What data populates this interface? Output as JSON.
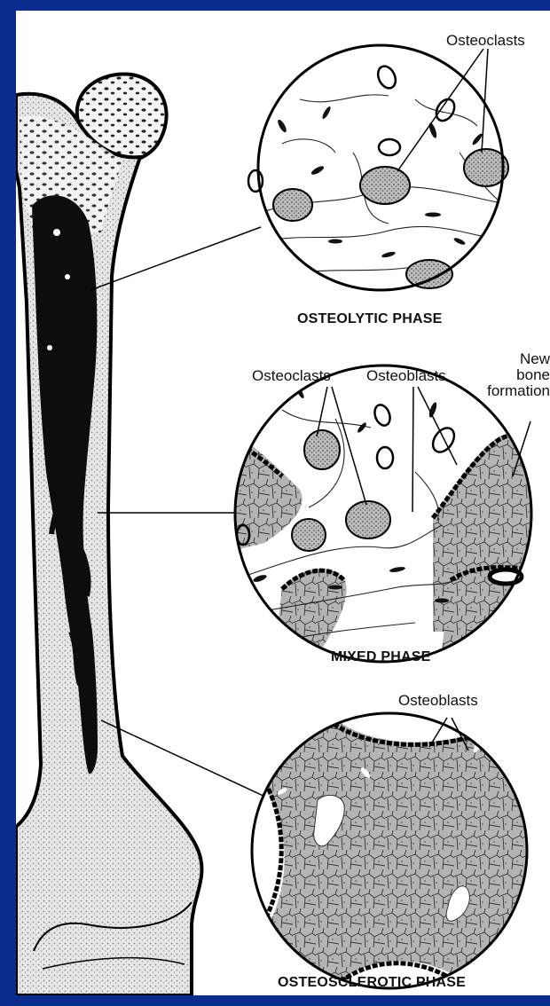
{
  "labels": {
    "osteolytic_osteoclasts": "Osteoclasts",
    "osteolytic_title": "OSTEOLYTIC PHASE",
    "mixed_osteoclasts": "Osteoclasts",
    "mixed_osteoblasts": "Osteoblasts",
    "mixed_new_bone_1": "New",
    "mixed_new_bone_2": "bone",
    "mixed_new_bone_3": "formation",
    "mixed_title": "MIXED PHASE",
    "sclerotic_osteoblasts": "Osteoblasts",
    "sclerotic_title": "OSTEOSCLEROTIC PHASE"
  },
  "colors": {
    "background": "#0a2d8f",
    "paper": "#ffffff",
    "ink": "#111111"
  }
}
